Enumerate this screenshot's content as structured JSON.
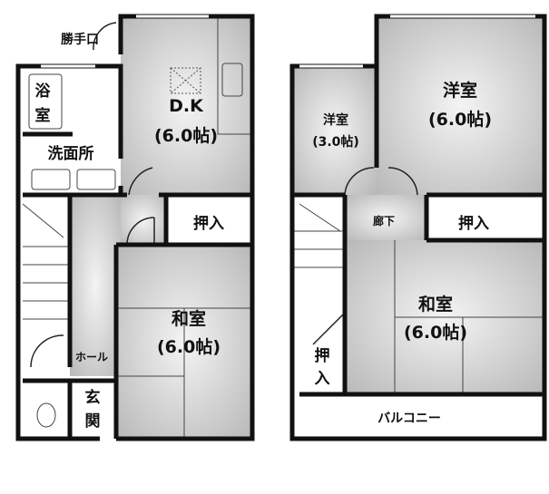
{
  "floor1": {
    "service_door": "勝手口",
    "bath": [
      "浴",
      "室"
    ],
    "washroom": "洗面所",
    "dk": {
      "name": "D.K",
      "size": "(6.0帖)"
    },
    "closet": "押入",
    "washitsu": {
      "name": "和室",
      "size": "(6.0帖)"
    },
    "hall": "ホール",
    "entrance": [
      "玄",
      "関"
    ]
  },
  "floor2": {
    "youshitsu_large": {
      "name": "洋室",
      "size": "(6.0帖)"
    },
    "youshitsu_small": {
      "name": "洋室",
      "size": "(3.0帖)"
    },
    "corridor": "廊下",
    "closet": "押入",
    "washitsu": {
      "name": "和室",
      "size": "(6.0帖)"
    },
    "closet_small": [
      "押",
      "入"
    ],
    "balcony": "バルコニー"
  }
}
